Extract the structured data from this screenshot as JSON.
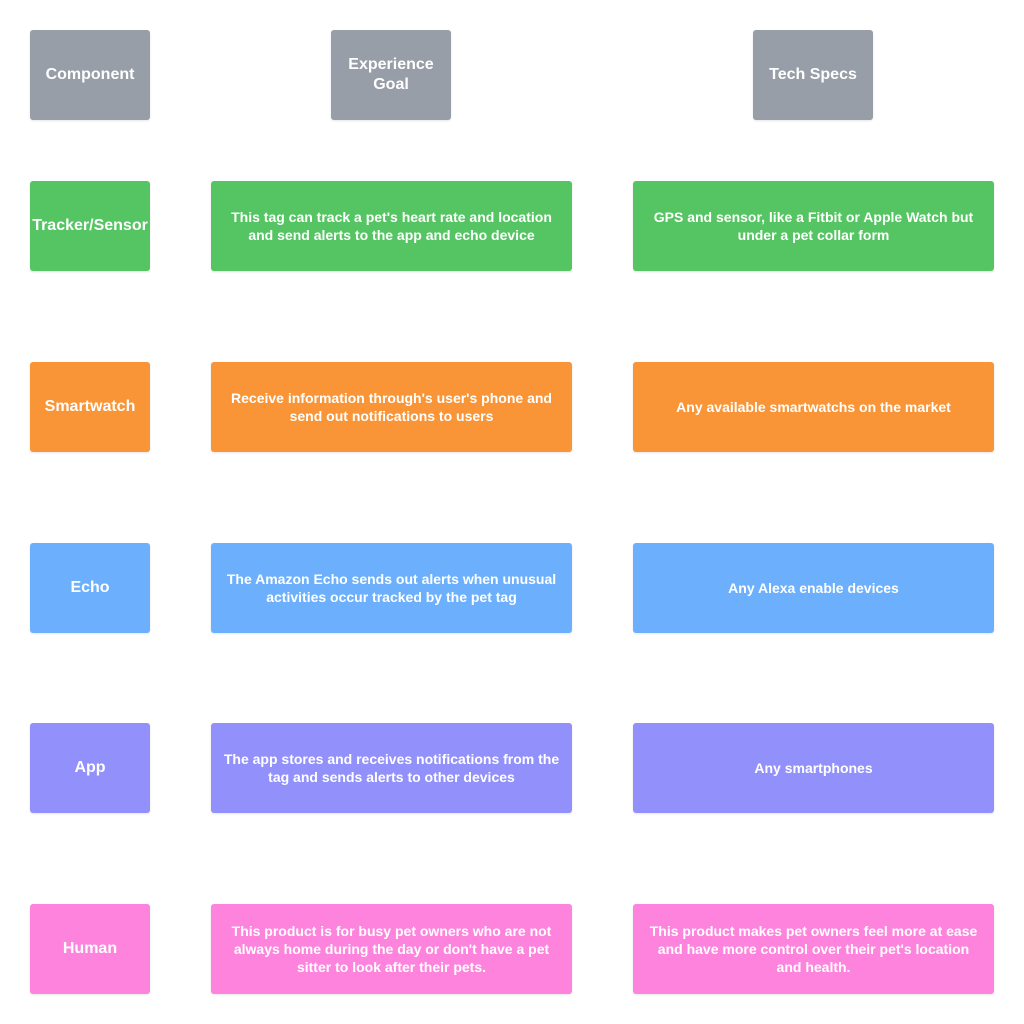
{
  "headers": {
    "component": "Component",
    "experience_goal": "Experience Goal",
    "tech_specs": "Tech Specs"
  },
  "colors": {
    "header": "#979ea7",
    "tracker": "#55c563",
    "smartwatch": "#f99536",
    "echo": "#6cb0fd",
    "app": "#9291fc",
    "human": "#fe83dd",
    "text": "#ffffff"
  },
  "rows": [
    {
      "component": "Tracker/Sensor",
      "experience_goal": "This tag can track a pet's heart rate and location and send alerts to the app and echo device",
      "tech_specs": "GPS and sensor, like a Fitbit or Apple Watch but under a pet collar form"
    },
    {
      "component": "Smartwatch",
      "experience_goal": "Receive information through's user's phone and send out notifications to users",
      "tech_specs": "Any available smartwatchs on the market"
    },
    {
      "component": "Echo",
      "experience_goal": "The Amazon Echo sends out alerts when unusual activities occur tracked by the pet tag",
      "tech_specs": "Any Alexa enable devices"
    },
    {
      "component": "App",
      "experience_goal": "The app stores and receives notifications from the tag and sends alerts to other devices",
      "tech_specs": "Any smartphones"
    },
    {
      "component": "Human",
      "experience_goal": "This product is for busy pet owners who are not always home during the day or don't have a pet sitter to look after their pets.",
      "tech_specs": "This product makes pet owners feel more at ease and have more control over their pet's location and health."
    }
  ]
}
